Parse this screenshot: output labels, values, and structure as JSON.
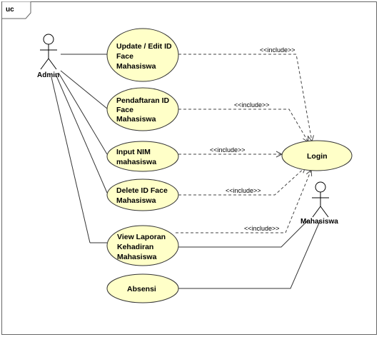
{
  "frame": {
    "label": "uc"
  },
  "actors": {
    "admin": {
      "label": "Admin"
    },
    "mahasiswa": {
      "label": "Mahasiswa"
    }
  },
  "use_cases": {
    "update": {
      "lines": [
        "Update / Edit ID",
        "Face",
        "Mahasiswa"
      ]
    },
    "pendaftaran": {
      "lines": [
        "Pendaftaran ID",
        "Face",
        "Mahasiswa"
      ]
    },
    "input_nim": {
      "lines": [
        "Input NIM",
        "mahasiswa"
      ]
    },
    "delete": {
      "lines": [
        "Delete ID Face",
        "Mahasiswa"
      ]
    },
    "view": {
      "lines": [
        "View Laporan",
        "Kehadiran",
        "Mahasiswa"
      ]
    },
    "absensi": {
      "lines": [
        "Absensi"
      ]
    },
    "login": {
      "lines": [
        "Login"
      ]
    }
  },
  "include_label": "<<include>>",
  "colors": {
    "usecase_fill": "#ffffc8",
    "stroke": "#333333",
    "frame_bg": "#ffffff"
  }
}
